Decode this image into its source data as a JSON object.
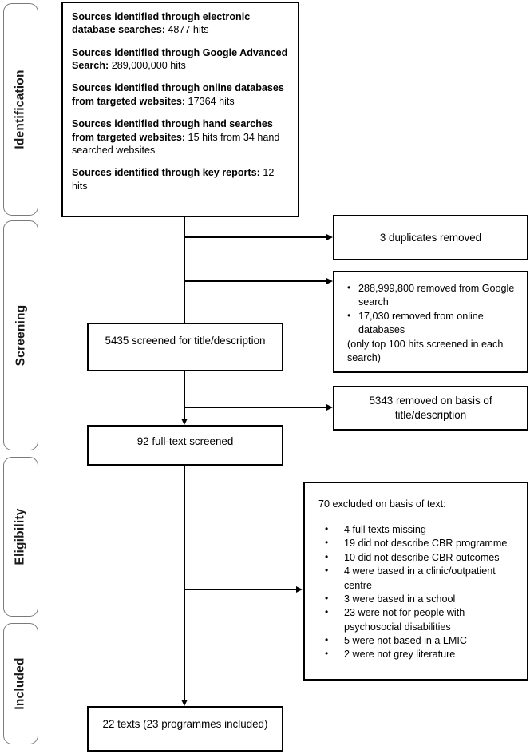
{
  "diagram": {
    "type": "prisma-flow-diagram",
    "stages": [
      {
        "id": "identification",
        "label": "Identification"
      },
      {
        "id": "screening",
        "label": "Screening"
      },
      {
        "id": "eligibility",
        "label": "Eligibility"
      },
      {
        "id": "included",
        "label": "Included"
      }
    ],
    "sources_box": {
      "lines": [
        {
          "bold": "Sources identified through electronic database searches:",
          "rest": " 4877 hits"
        },
        {
          "bold": "Sources identified through Google Advanced Search:",
          "rest": " 289,000,000 hits"
        },
        {
          "bold": "Sources identified through online databases from targeted websites:",
          "rest": " 17364 hits"
        },
        {
          "bold": "Sources identified through hand searches from targeted websites:",
          "rest": " 15 hits from 34 hand searched  websites"
        },
        {
          "bold": "Sources identified through key reports:",
          "rest": " 12 hits"
        }
      ]
    },
    "duplicates_box": {
      "text": "3 duplicates removed"
    },
    "removed_search_box": {
      "bullets": [
        "288,999,800 removed from Google search",
        "17,030 removed from online databases"
      ],
      "note": "(only top 100 hits screened in each search)"
    },
    "screened_box": {
      "text": "5435 screened for title/description"
    },
    "removed_title_box": {
      "text": "5343 removed on basis of title/description"
    },
    "fulltext_box": {
      "text": "92 full-text screened"
    },
    "excluded_box": {
      "heading": "70 excluded on basis of text:",
      "bullets": [
        "4 full texts missing",
        "19 did not describe CBR programme",
        "10 did not describe CBR outcomes",
        "4 were based in a clinic/outpatient centre",
        "3 were based in a school",
        "23 were not for people with psychosocial disabilities",
        "5 were not based in a LMIC",
        "2 were not grey literature"
      ]
    },
    "included_box": {
      "text": "22 texts (23 programmes included)"
    },
    "colors": {
      "box_border": "#000000",
      "pill_border": "#7a7a7a",
      "text": "#000000",
      "background": "#ffffff"
    }
  }
}
